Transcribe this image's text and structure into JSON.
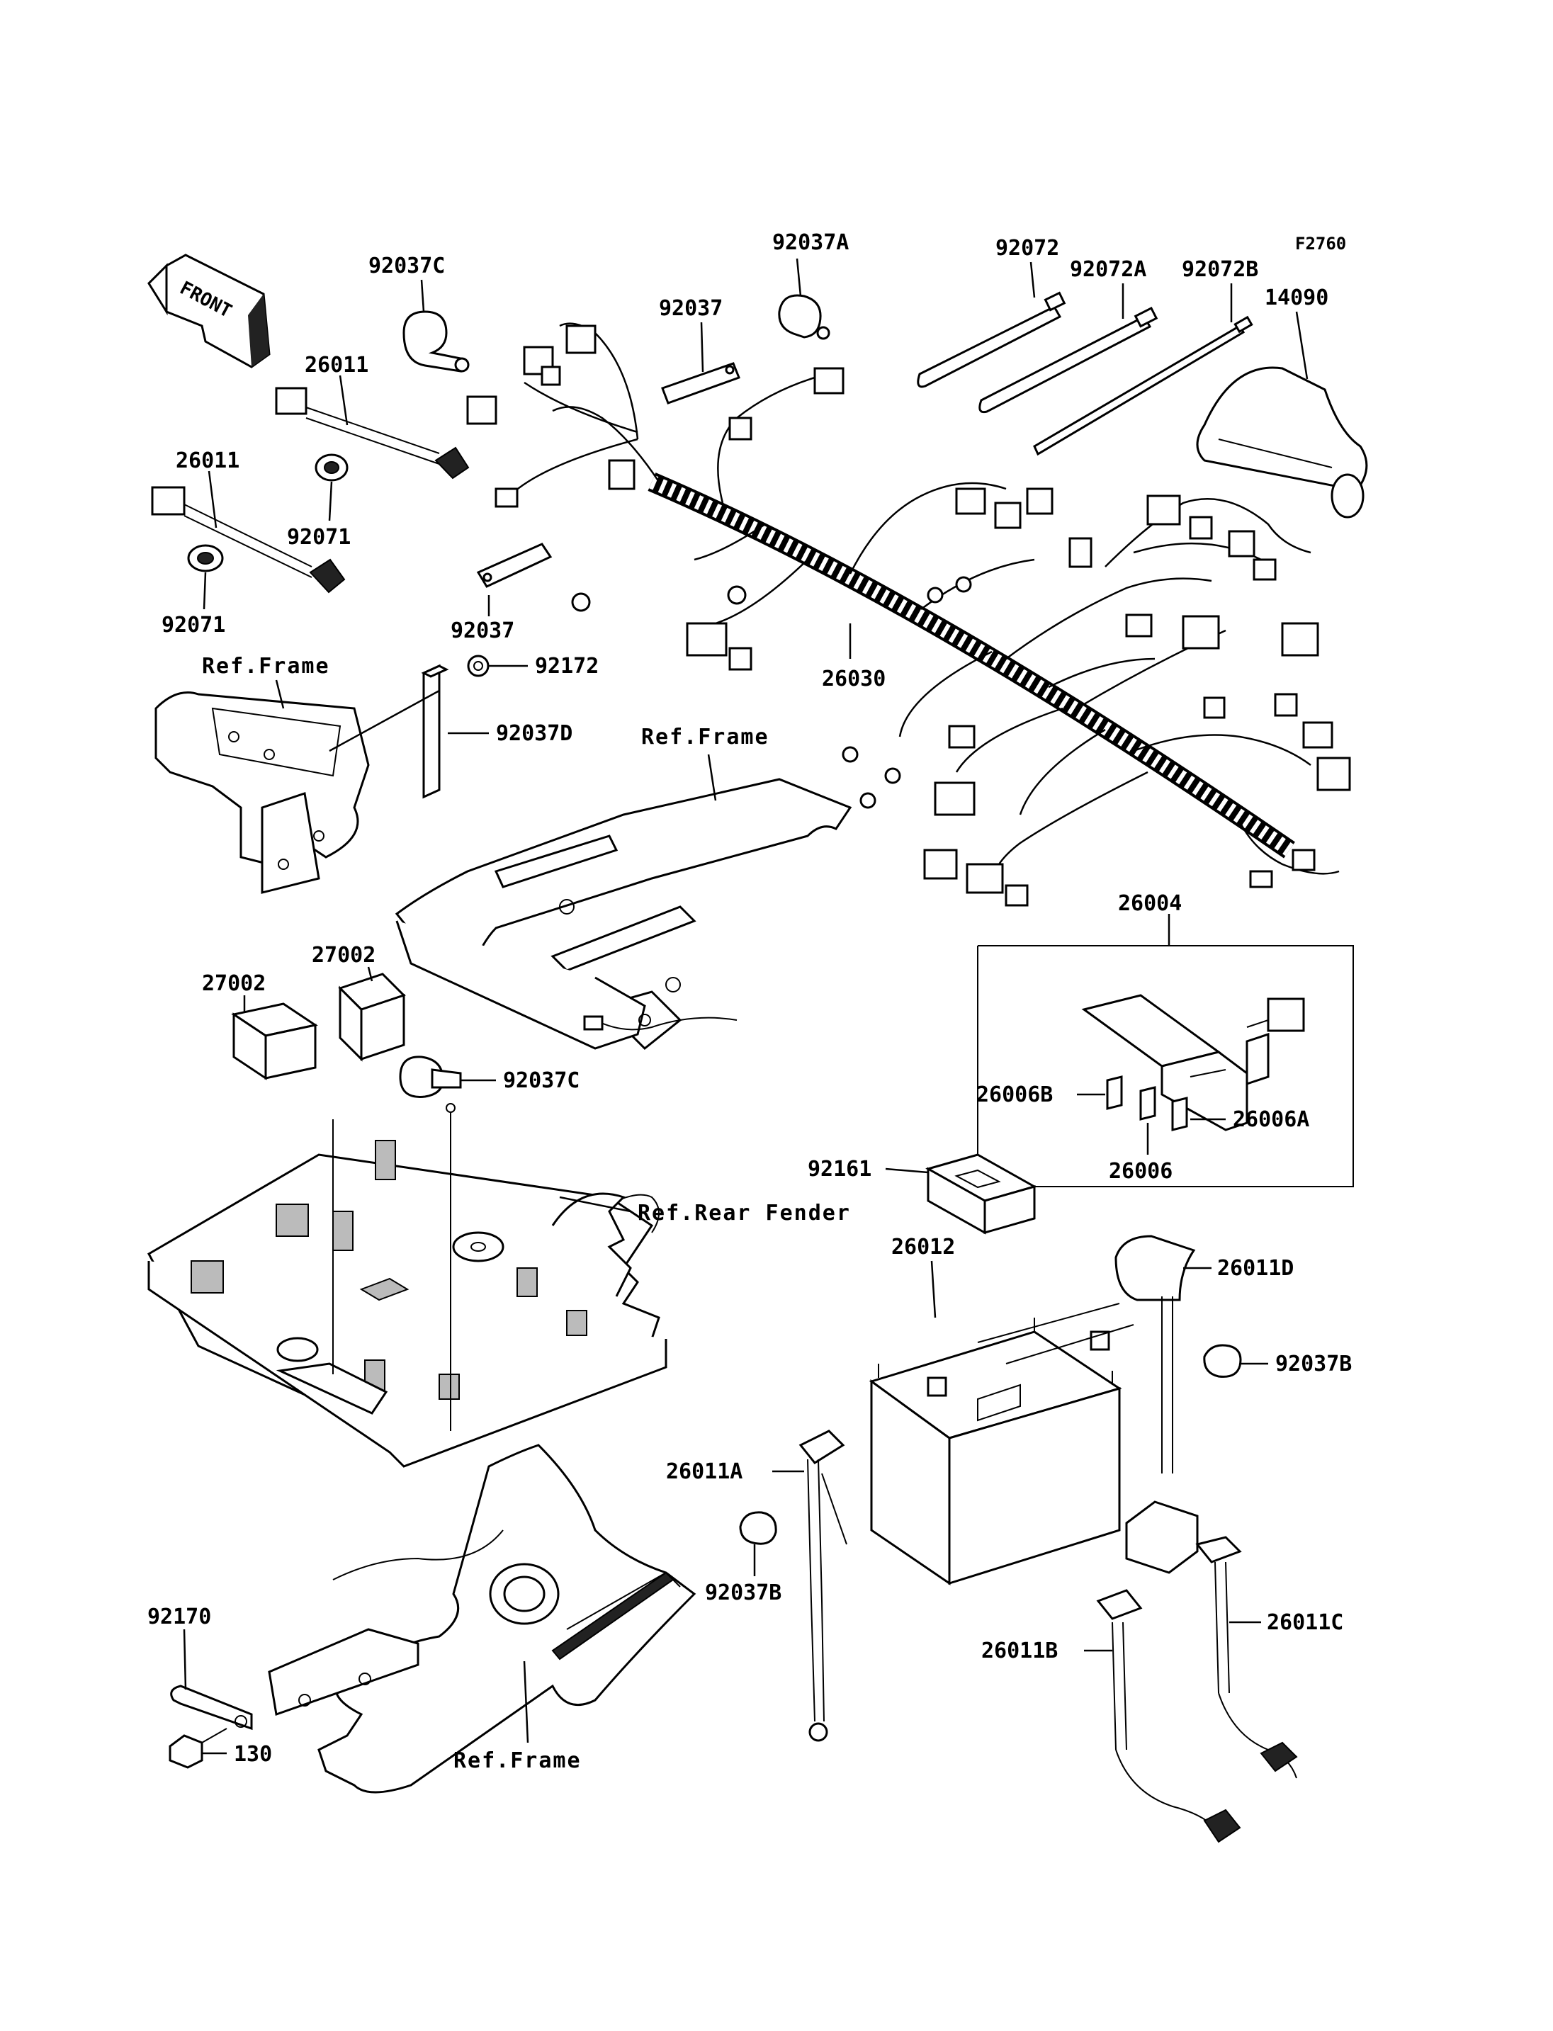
{
  "diagram_code": "F2760",
  "front_label": "FRONT",
  "part_numbers": {
    "p92037C_top": "92037C",
    "p92037A": "92037A",
    "p92072": "92072",
    "p92072A": "92072A",
    "p92072B": "92072B",
    "p92037_top": "92037",
    "p14090": "14090",
    "p26011_a": "26011",
    "p26011_b": "26011",
    "p92071_a": "92071",
    "p92071_b": "92071",
    "p92037_mid": "92037",
    "p92172": "92172",
    "p92037D": "92037D",
    "p26030": "26030",
    "p26004": "26004",
    "p27002_a": "27002",
    "p27002_b": "27002",
    "p92037C_mid": "92037C",
    "p26006B": "26006B",
    "p26006A": "26006A",
    "p26006": "26006",
    "p92161": "92161",
    "p26012": "26012",
    "p26011D": "26011D",
    "p92037B_right": "92037B",
    "p26011A": "26011A",
    "p92037B_left": "92037B",
    "p92170": "92170",
    "p130": "130",
    "p26011C": "26011C",
    "p26011B": "26011B"
  },
  "references": {
    "ref_frame_left": "Ref.Frame",
    "ref_frame_mid": "Ref.Frame",
    "ref_rear_fender": "Ref.Rear Fender",
    "ref_frame_bottom": "Ref.Frame"
  }
}
